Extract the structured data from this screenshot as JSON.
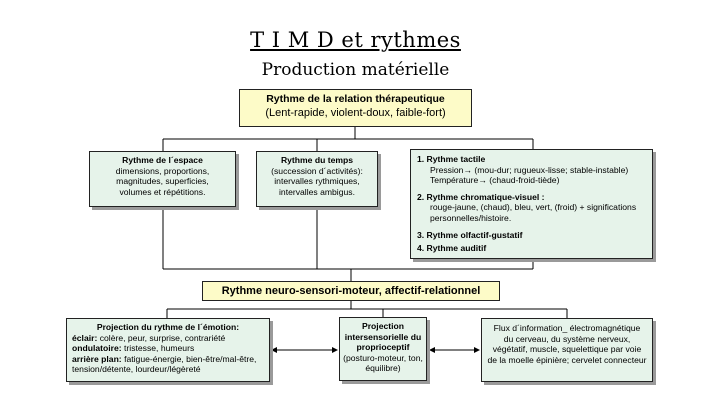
{
  "title": "T I M D et rythmes",
  "subtitle": "Production matérielle",
  "relation": {
    "heading": "Rythme de la relation thérapeutique",
    "sub": "(Lent-rapide, violent-doux, faible-fort)"
  },
  "espace": {
    "heading": "Rythme de l´espace",
    "lines": [
      "dimensions, proportions,",
      "magnitudes, superficies,",
      "volumes et répétitions."
    ]
  },
  "temps": {
    "heading": "Rythme du temps",
    "lines": [
      "(succession d´activités):",
      "intervalles rythmiques,",
      "intervalles ambigus."
    ]
  },
  "multi": {
    "tactile_heading": "1.  Rythme tactile",
    "tactile_lines": [
      "Pression→ (mou-dur; rugueux-lisse; stable-instable)",
      "Température→ (chaud-froid-tiède)"
    ],
    "chromatic_heading": "2. Rythme chromatique-visuel :",
    "chromatic_lines": [
      "rouge-jaune, (chaud), bleu, vert,  (froid) + significations",
      "personnelles/histoire."
    ],
    "olfactif": "3. Rythme olfactif-gustatif",
    "auditif": "4. Rythme auditif"
  },
  "neuro": "Rythme  neuro-sensori-moteur, affectif-relationnel",
  "projection": {
    "heading": "Projection du rythme de l´émotion:",
    "eclair_label": "éclair:",
    "eclair_text": " colère, peur, surprise, contrariété",
    "ondulatoire_label": "ondulatoire:",
    "ondulatoire_text": " tristesse, humeurs",
    "arriere_label": "arrière plan:",
    "arriere_text": " fatigue-énergie, bien-être/mal-être,",
    "last_line": "tension/détente, lourdeur/légèreté"
  },
  "intersensorielle": {
    "heading_lines": [
      "Projection",
      "intersensorielle du",
      "proprioceptif"
    ],
    "lines": [
      "(posturo-moteur,  ton,",
      "équilibre)"
    ]
  },
  "flux": {
    "lines": [
      "Flux d´information_ électromagnétique",
      "du cerveau, du système nerveux,",
      "végétatif, muscle, squelettique par voie",
      "de la moelle épinière; cervelet connecteur"
    ]
  }
}
